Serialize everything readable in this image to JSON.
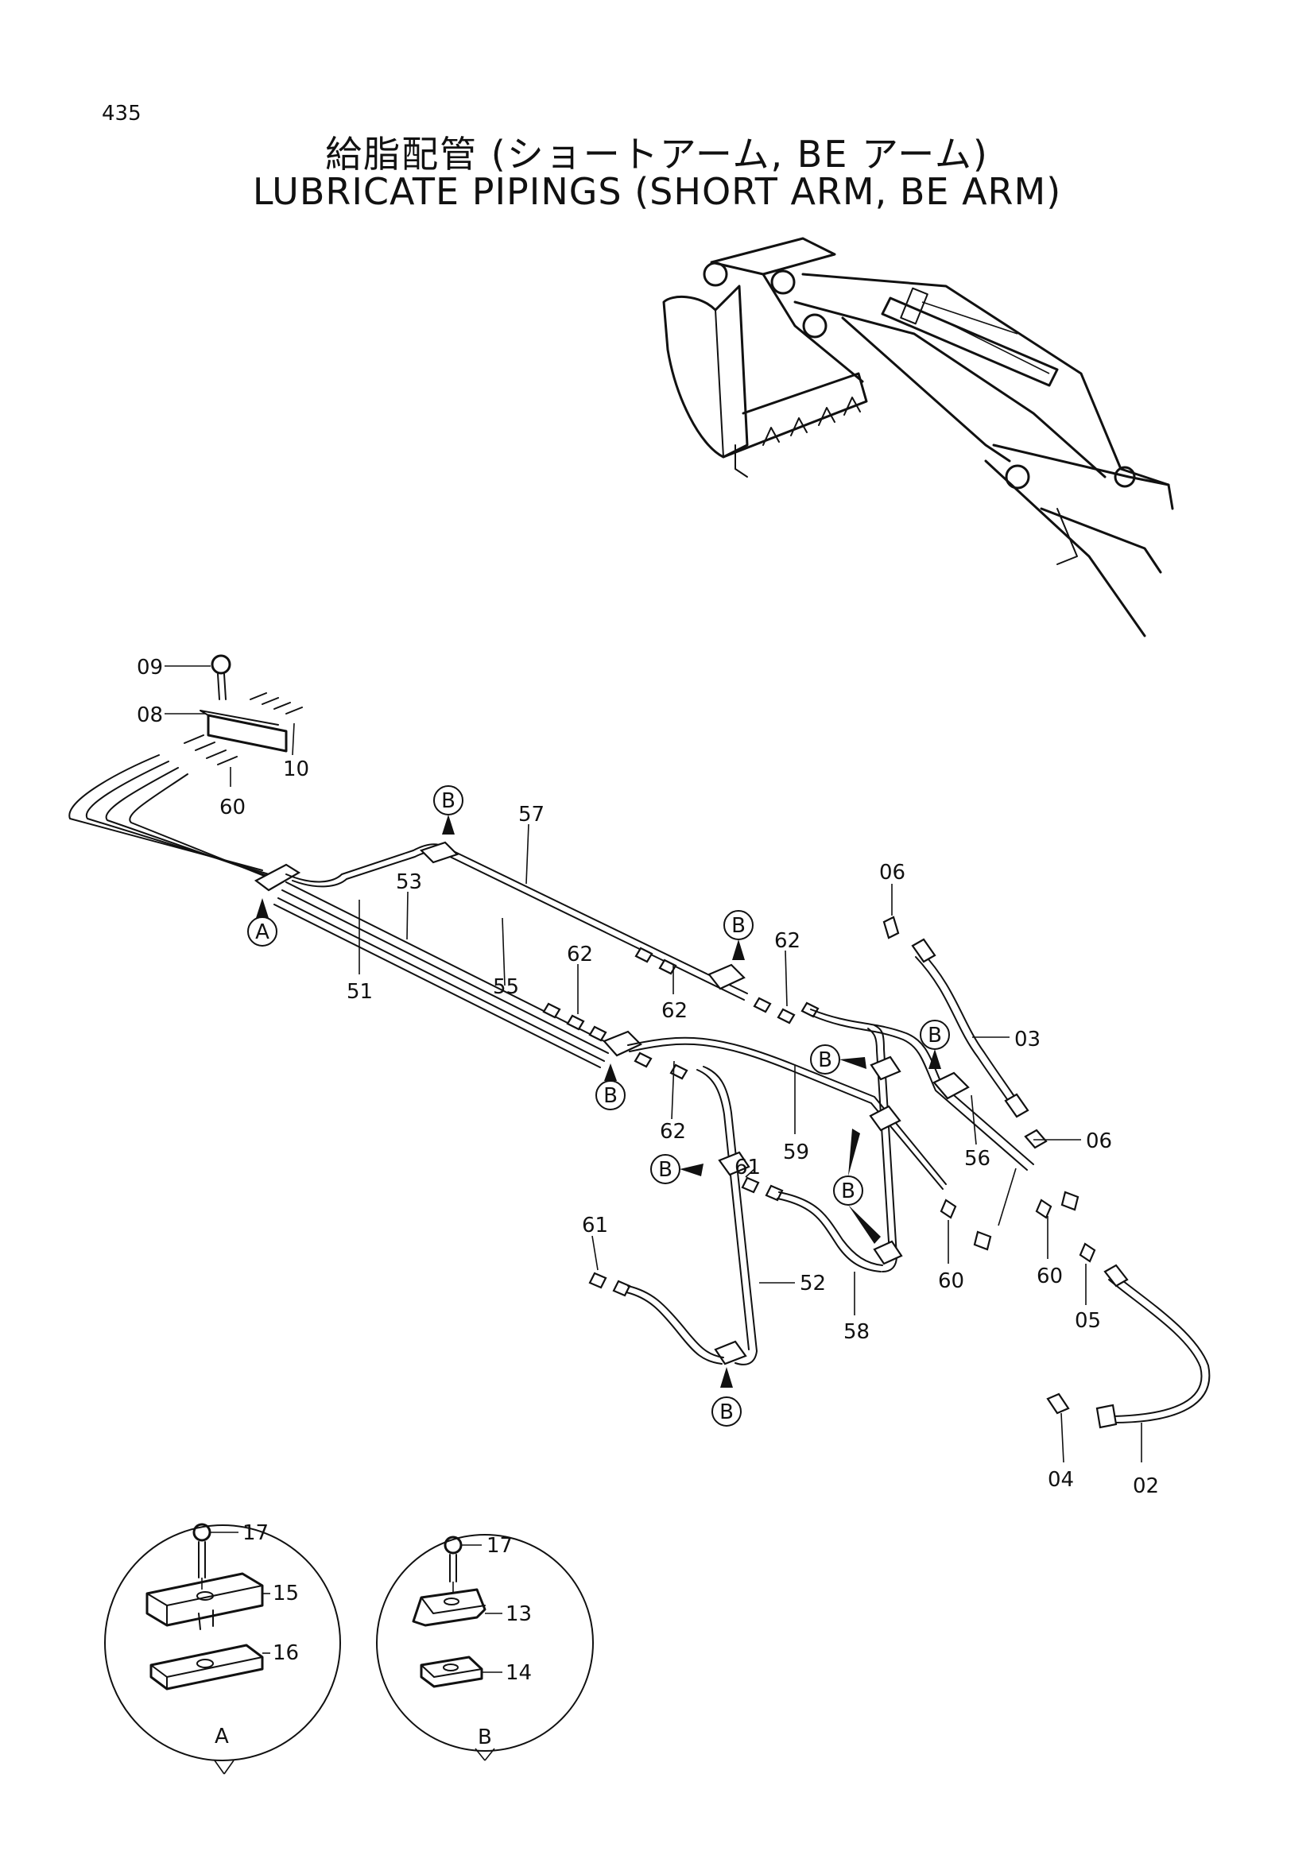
{
  "page_number": "435",
  "title_jp": "給脂配管 (ショートアーム, BE アーム)",
  "title_en": "LUBRICATE PIPINGS (SHORT ARM, BE ARM)",
  "callouts": {
    "c09": "09",
    "c08": "08",
    "c10": "10",
    "c60a": "60",
    "c57": "57",
    "c53": "53",
    "c55": "55",
    "c51": "51",
    "c06a": "06",
    "c62a": "62",
    "c62b": "62",
    "c62c": "62",
    "c62d": "62",
    "c03": "03",
    "c06b": "06",
    "c59": "59",
    "c56": "56",
    "c61a": "61",
    "c61b": "61",
    "c52": "52",
    "c58": "58",
    "c60b": "60",
    "c60c": "60",
    "c05": "05",
    "c04": "04",
    "c02": "02",
    "c17a": "17",
    "c15": "15",
    "c16": "16",
    "c17b": "17",
    "c13": "13",
    "c14": "14"
  },
  "bubbles": {
    "a": "A",
    "b": "B"
  },
  "detail_labels": {
    "a": "A",
    "b": "B"
  }
}
